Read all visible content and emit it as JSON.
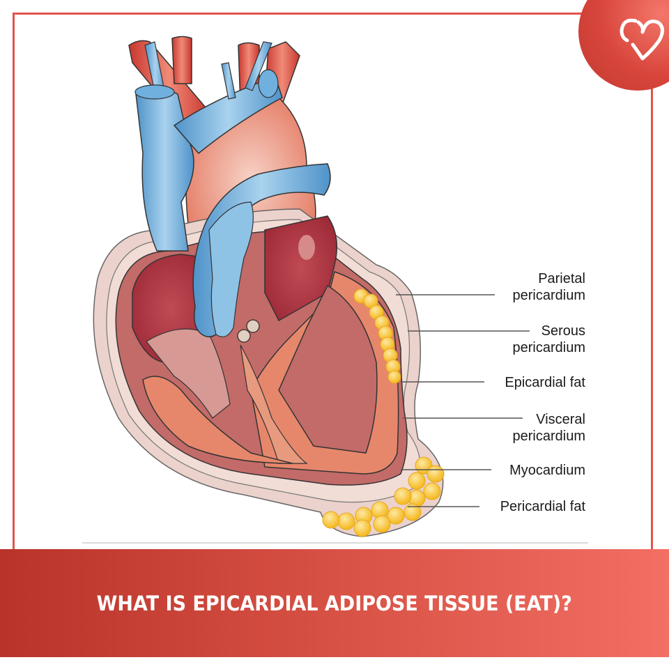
{
  "banner": {
    "title": "WHAT IS EPICARDIAL ADIPOSE TISSUE (EAT)?"
  },
  "logo": {
    "icon": "heart-icon"
  },
  "colors": {
    "frame": "#e0544a",
    "banner_start": "#b8332a",
    "banner_end": "#f36f63",
    "vein_blue": "#5fa6d8",
    "artery_red": "#d6443a",
    "myocardium": "#c8706a",
    "fat_yellow": "#f7c83a"
  },
  "labels": [
    {
      "line1": "Parietal",
      "line2": "pericardium"
    },
    {
      "line1": "Serous",
      "line2": "pericardium"
    },
    {
      "line1": "Epicardial fat",
      "line2": ""
    },
    {
      "line1": "Visceral",
      "line2": "pericardium"
    },
    {
      "line1": "Myocardium",
      "line2": ""
    },
    {
      "line1": "Pericardial fat",
      "line2": ""
    }
  ]
}
